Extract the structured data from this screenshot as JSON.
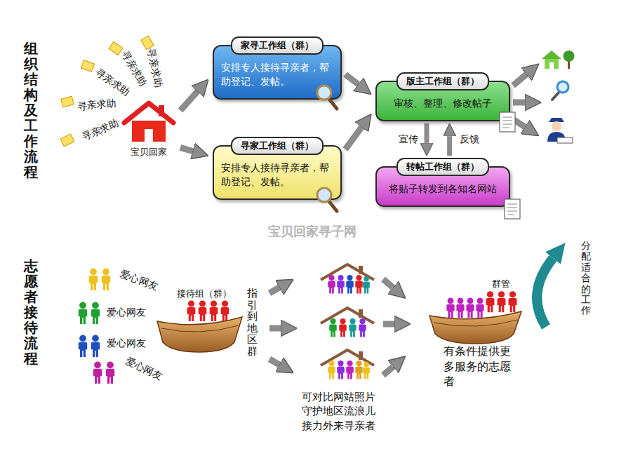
{
  "diagram": {
    "nodes": [
      {
        "text": [
          "宝贝回家"
        ]
      },
      {
        "text": [
          "家寻工作组（群）",
          "安排专人接待寻亲者，帮助登记、发帖。"
        ]
      },
      {
        "text": [
          "寻家工作组（群）",
          "安排专人接待寻亲者，帮助登记、发帖。"
        ]
      },
      {
        "text": [
          "版主工作组（群）",
          "审核、整理、修改帖子"
        ]
      },
      {
        "text": [
          "转帖工作组（群）",
          "将贴子转发到各知名网站"
        ]
      },
      {
        "text": [
          "接待组（群）"
        ]
      },
      {
        "text": [
          "群管"
        ]
      }
    ],
    "edges": [
      {
        "from": 0,
        "to": 1,
        "arrow": "to"
      },
      {
        "from": 0,
        "to": 2,
        "arrow": "to"
      },
      {
        "from": 1,
        "to": 3,
        "arrow": "to"
      },
      {
        "from": 2,
        "to": 3,
        "arrow": "to"
      },
      {
        "from": 3,
        "to": 4,
        "label": "宣传",
        "arrow": "to"
      },
      {
        "from": 4,
        "to": 3,
        "label": "反馈",
        "arrow": "to"
      }
    ],
    "labels": [
      "组织结构及工作流程",
      "寻亲求助",
      "寻亲求助",
      "寻亲求助",
      "寻亲求助",
      "寻亲求助",
      "宝贝回家寻子网",
      "志愿者接待流程",
      "爱心网友",
      "爱心网友",
      "爱心网友",
      "爱心网友",
      "指引到地区群",
      "可对比网站照片 守护地区流浪儿 接力外来寻亲者",
      "有条件提供更多服务的志愿者",
      "分配适合的工作"
    ]
  }
}
